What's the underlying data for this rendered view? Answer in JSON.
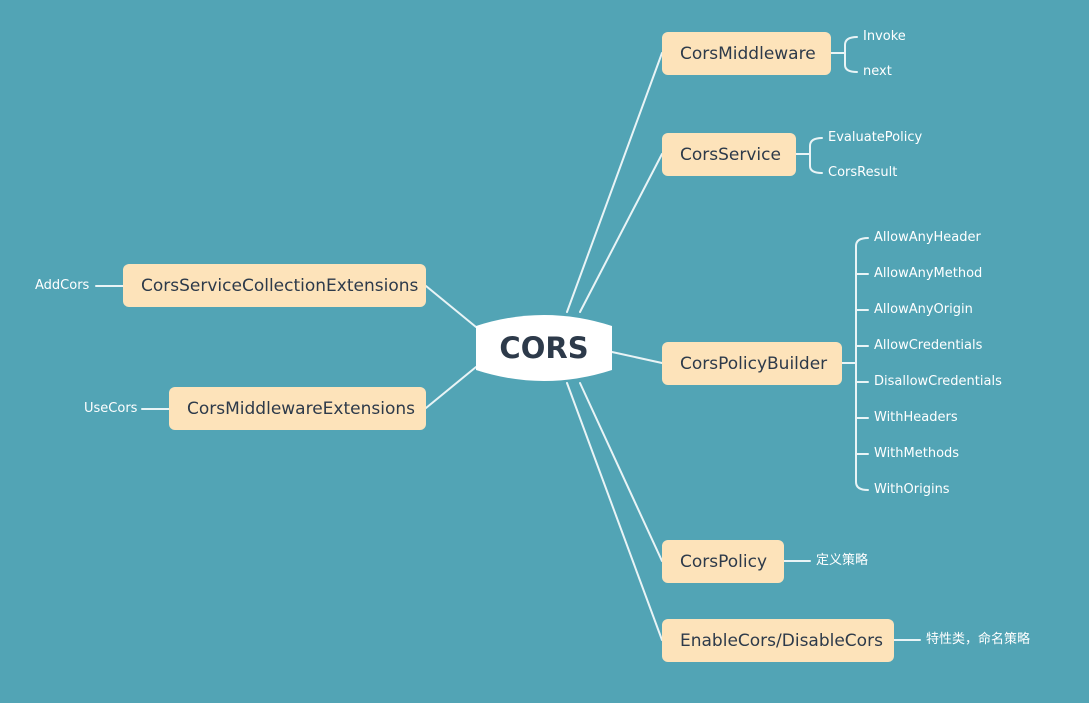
{
  "root": {
    "label": "CORS"
  },
  "left_branches": [
    {
      "label": "CorsServiceCollectionExtensions",
      "leaf": "AddCors"
    },
    {
      "label": "CorsMiddlewareExtensions",
      "leaf": "UseCors"
    }
  ],
  "right_branches": [
    {
      "label": "CorsMiddleware",
      "leaves": [
        "Invoke",
        "next"
      ]
    },
    {
      "label": "CorsService",
      "leaves": [
        "EvaluatePolicy",
        "CorsResult"
      ]
    },
    {
      "label": "CorsPolicyBuilder",
      "leaves": [
        "AllowAnyHeader",
        "AllowAnyMethod",
        "AllowAnyOrigin",
        "AllowCredentials",
        "DisallowCredentials",
        "WithHeaders",
        "WithMethods",
        "WithOrigins"
      ]
    },
    {
      "label": "CorsPolicy",
      "leaves": [
        "定义策略"
      ]
    },
    {
      "label": "EnableCors/DisableCors",
      "leaves": [
        "特性类，命名策略"
      ]
    }
  ],
  "colors": {
    "background": "#52a4b5",
    "node": "#fde3ba",
    "center": "#ffffff",
    "line": "#e9f4f6",
    "text": "#2d3a4a"
  }
}
